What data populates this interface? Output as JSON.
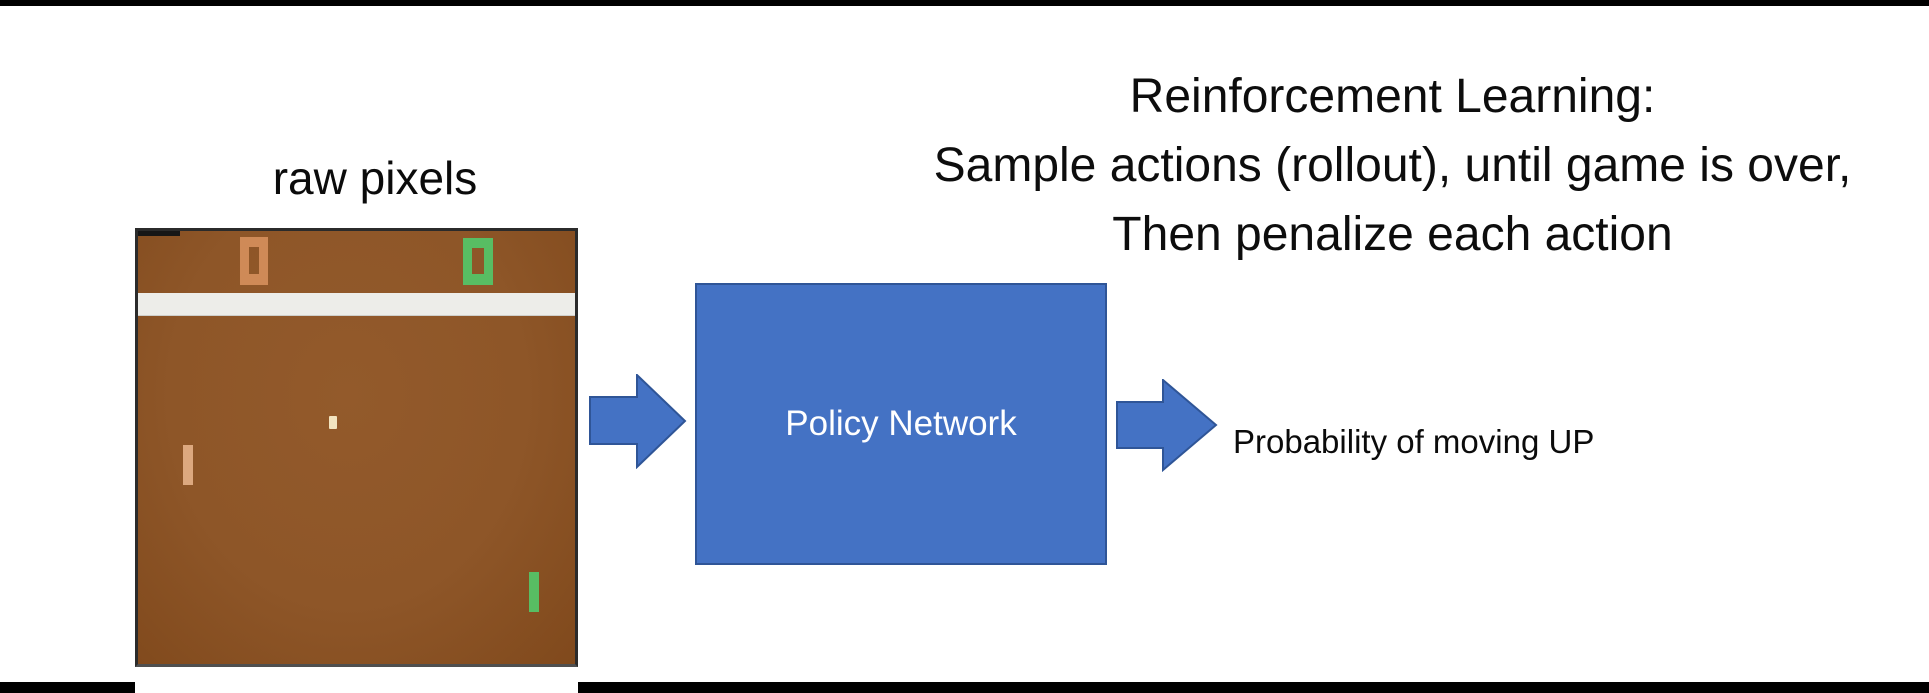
{
  "title": {
    "lines": [
      "Reinforcement Learning:",
      "Sample actions (rollout), until game is over,",
      "Then penalize each action"
    ]
  },
  "raw_pixels": {
    "label": "raw pixels"
  },
  "policy_network": {
    "label": "Policy Network"
  },
  "output": {
    "label": "Probability of moving UP"
  },
  "game": {
    "left_score": "0",
    "right_score": "0"
  },
  "colors": {
    "accent_blue": "#4472C4",
    "accent_blue_border": "#2F5597",
    "field_brown": "#8E5628",
    "score_orange": "#CF8A57",
    "paddle_tan": "#DCA87F",
    "paddle_green": "#58BD63",
    "ball_cream": "#F2E4C0",
    "band_white": "#EDEDE9",
    "bar_black": "#000000"
  }
}
